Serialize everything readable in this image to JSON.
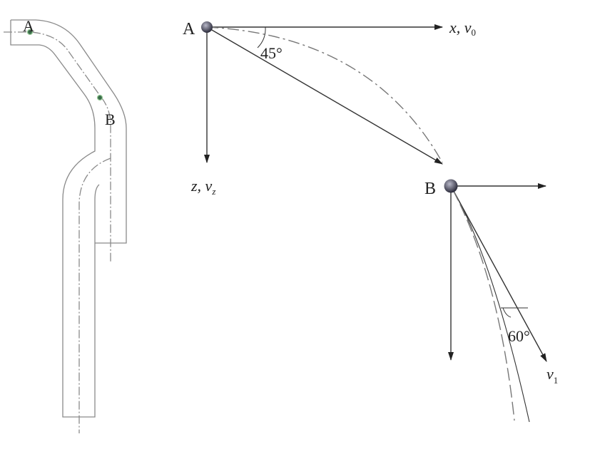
{
  "pipe_diagram": {
    "point_a": "A",
    "point_b": "B"
  },
  "trajectory_diagram": {
    "point_a": "A",
    "point_b": "B",
    "x_axis_label": "x, v",
    "x_axis_sub": "0",
    "z_axis_label": "z, v",
    "z_axis_sub": "z",
    "angle_a": "45°",
    "angle_b": "60°",
    "velocity_label": "v",
    "velocity_sub": "1"
  },
  "colors": {
    "line": "#444444",
    "pipe": "#8a8a8a",
    "dot": "#3a6b4a"
  }
}
